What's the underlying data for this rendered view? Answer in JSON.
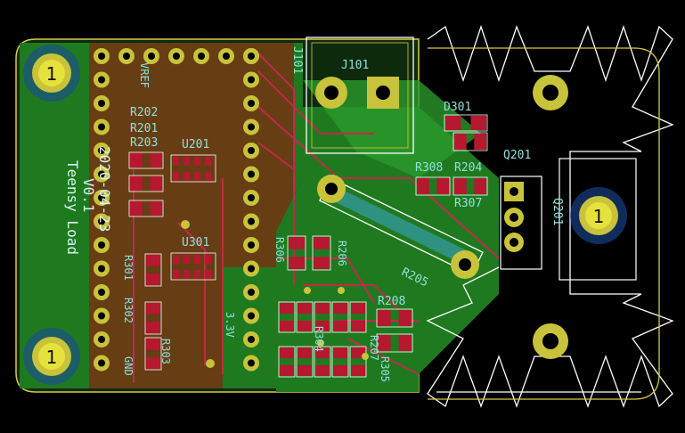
{
  "colors": {
    "background": "#000000",
    "copper_front": "#1f7a1f",
    "copper_back": "#6b3a14",
    "pad": "#c8c33a",
    "smd": "#b5182f",
    "silk": "#8fe0dc",
    "trace": "#c12a4a"
  },
  "board": {
    "title_lines": [
      "Teensy Load",
      "V0.1",
      "2020-04-23"
    ]
  },
  "mount_holes": [
    "1",
    "1",
    "1"
  ],
  "refs": {
    "j101": "J101",
    "j101_side": "J101",
    "d301": "D301",
    "q201": "Q201",
    "q201_side": "Q201",
    "r308": "R308",
    "r204": "R204",
    "r307": "R307",
    "r202": "R202",
    "r201": "R201",
    "r203": "R203",
    "u201": "U201",
    "u301": "U301",
    "r301": "R301",
    "r302": "R302",
    "r303": "R303",
    "r205": "R205",
    "r206": "R206",
    "r208": "R208",
    "r306": "R306",
    "r304": "R304",
    "r207": "R207",
    "r305": "R305",
    "vref": "VREF",
    "v33": "3.3V",
    "gnd": "GND"
  }
}
